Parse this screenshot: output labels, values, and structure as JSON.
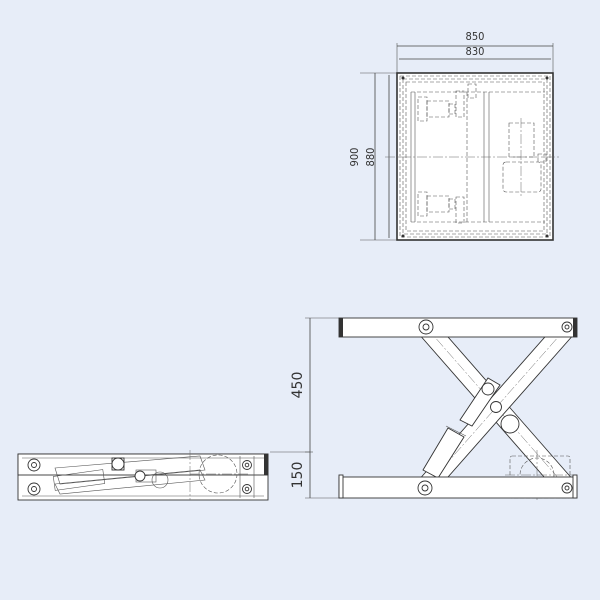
{
  "top_view": {
    "dim_width_outer": "850",
    "dim_width_inner": "830",
    "dim_depth_outer": "900",
    "dim_depth_inner": "880"
  },
  "side_view_open": {
    "dim_lift_height": "450",
    "dim_closed_height": "150"
  },
  "colors": {
    "background": "#e7edf8",
    "line": "#333333",
    "part_fill": "#ffffff"
  }
}
